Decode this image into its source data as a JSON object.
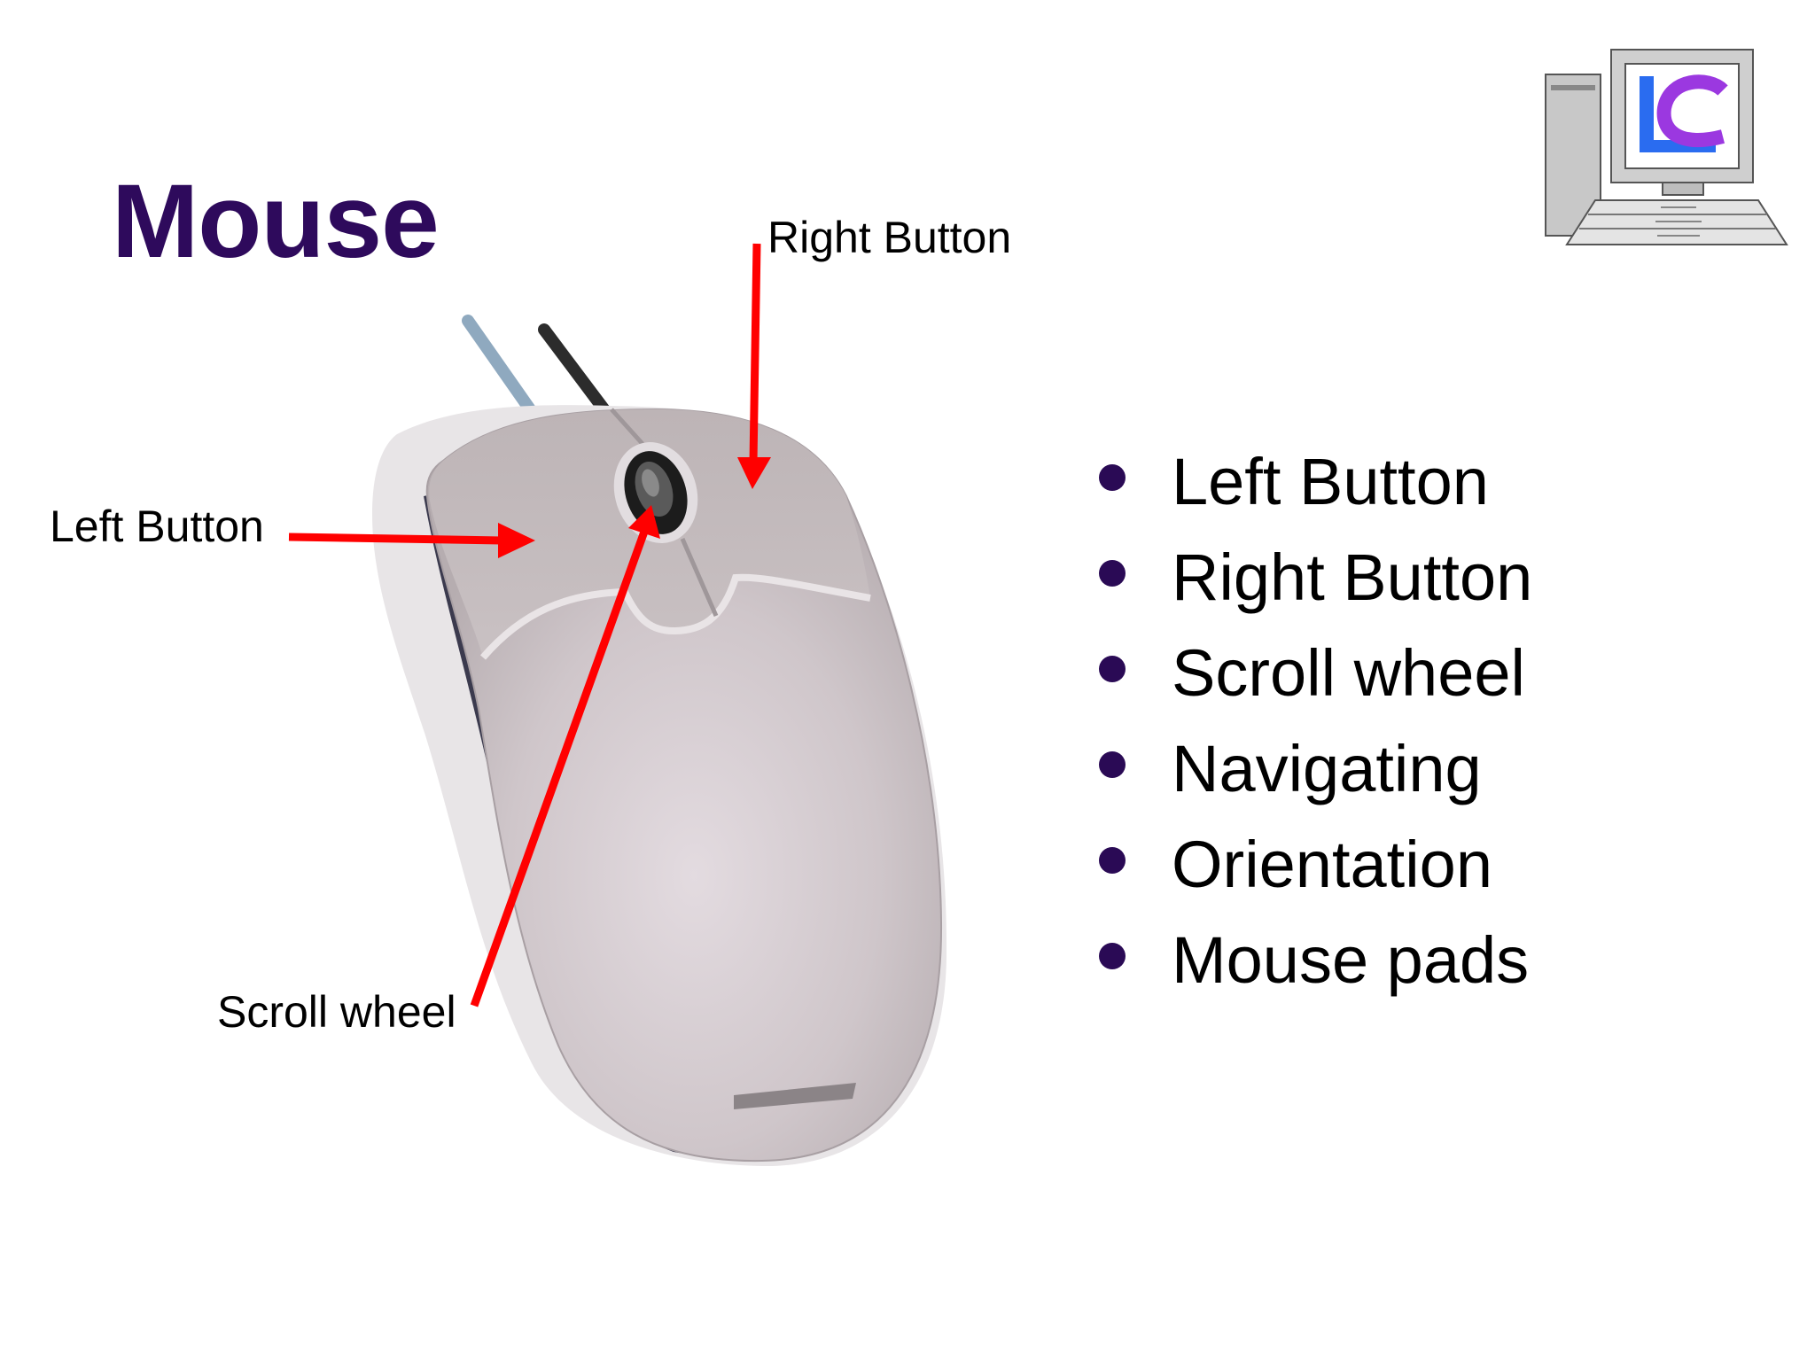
{
  "slide": {
    "title": "Mouse",
    "colors": {
      "title": "#2e0a5c",
      "bullet_dot": "#2a0a55",
      "arrow": "#ff0000",
      "mouse_body": "#c8c0c3",
      "logo_blue": "#2a6cf0",
      "logo_purple": "#9b38e0"
    }
  },
  "diagram": {
    "callouts": {
      "left_button": "Left Button",
      "right_button": "Right Button",
      "scroll_wheel": "Scroll wheel"
    }
  },
  "bullets": [
    "Left Button",
    "Right Button",
    "Scroll wheel",
    "Navigating",
    "Orientation",
    "Mouse pads"
  ],
  "logo": {
    "icon": "computer-icon",
    "letters": "LC"
  }
}
